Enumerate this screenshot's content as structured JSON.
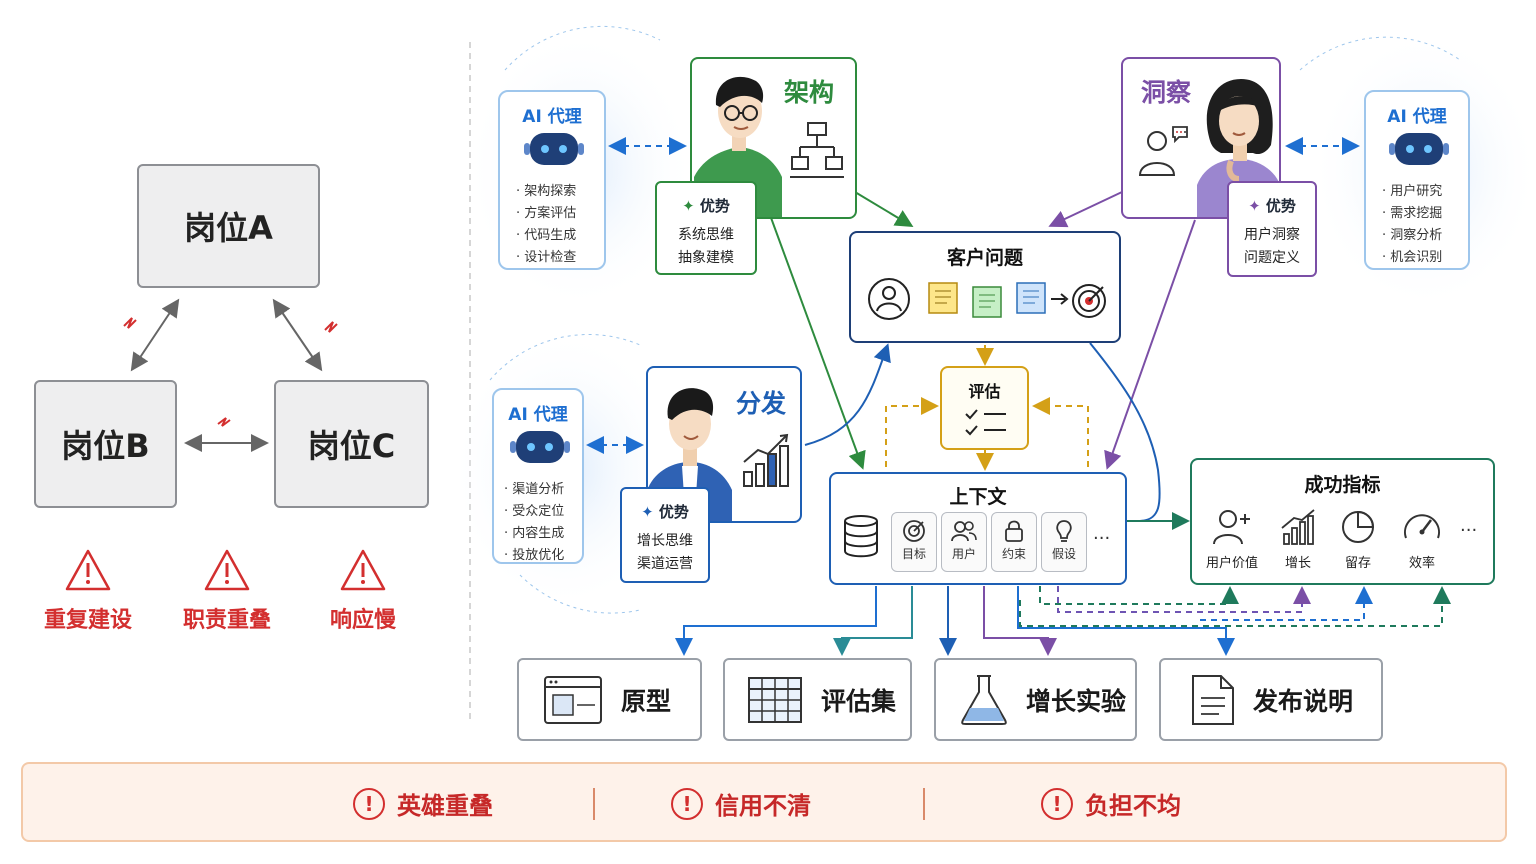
{
  "left": {
    "roles": {
      "a": "岗位A",
      "b": "岗位B",
      "c": "岗位C"
    },
    "risks": [
      "重复建设",
      "职责重叠",
      "响应慢"
    ]
  },
  "agents": {
    "arch": {
      "title": "AI 代理",
      "items": [
        "架构探索",
        "方案评估",
        "代码生成",
        "设计检查"
      ]
    },
    "insight": {
      "title": "AI 代理",
      "items": [
        "用户研究",
        "需求挖掘",
        "洞察分析",
        "机会识别"
      ]
    },
    "dist": {
      "title": "AI 代理",
      "items": [
        "渠道分析",
        "受众定位",
        "内容生成",
        "投放优化"
      ]
    }
  },
  "people": {
    "arch": {
      "title": "架构",
      "adv_title": "优势",
      "adv_items": [
        "系统思维",
        "抽象建模"
      ],
      "color": "#2e8b3e"
    },
    "insight": {
      "title": "洞察",
      "adv_title": "优势",
      "adv_items": [
        "用户洞察",
        "问题定义"
      ],
      "color": "#7b4fa6"
    },
    "dist": {
      "title": "分发",
      "adv_title": "优势",
      "adv_items": [
        "增长思维",
        "渠道运营"
      ],
      "color": "#1e5fb4"
    }
  },
  "customer_problem": {
    "title": "客户问题"
  },
  "evaluation": {
    "title": "评估"
  },
  "context": {
    "title": "上下文",
    "chips": [
      "目标",
      "用户",
      "约束",
      "假设"
    ],
    "more": "···"
  },
  "success": {
    "title": "成功指标",
    "metrics": [
      "用户价值",
      "增长",
      "留存",
      "效率"
    ],
    "more": "···"
  },
  "outputs": [
    "原型",
    "评估集",
    "增长实验",
    "发布说明"
  ],
  "banner": [
    "英雄重叠",
    "信用不清",
    "负担不均"
  ],
  "colors": {
    "green": "#2e8b3e",
    "purple": "#7b4fa6",
    "blue": "#1e5fb4",
    "gold": "#d4a017",
    "teal": "#1f7a5c",
    "red": "#d32f2f"
  }
}
